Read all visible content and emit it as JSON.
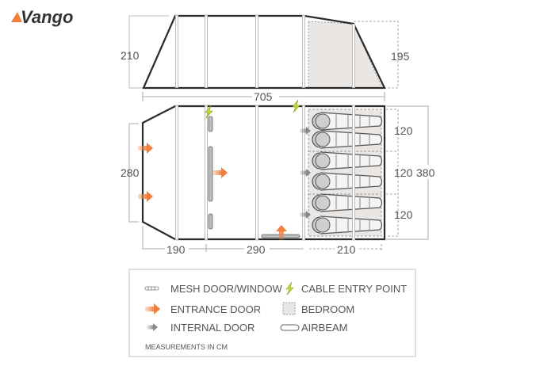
{
  "logo": {
    "text": "Vango"
  },
  "side_view": {
    "height_left": "210",
    "height_right": "195",
    "length": "705"
  },
  "floor_plan": {
    "width_front": "280",
    "width_total": "380",
    "bedroom_widths": [
      "120",
      "120",
      "120"
    ],
    "section_lengths": [
      "190",
      "290",
      "210"
    ],
    "sleeping_bags": 6
  },
  "legend": {
    "mesh": "MESH DOOR/WINDOW",
    "cable": "CABLE ENTRY POINT",
    "entrance": "ENTRANCE DOOR",
    "bedroom": "BEDROOM",
    "internal": "INTERNAL DOOR",
    "airbeam": "AIRBEAM",
    "note": "MEASUREMENTS IN CM"
  },
  "colors": {
    "accent": "#f07f3c",
    "outline": "#2a2a2a",
    "bedroom": "#e9e6e4",
    "cable": "#c8d93a",
    "internal": "#9a9a9a"
  }
}
